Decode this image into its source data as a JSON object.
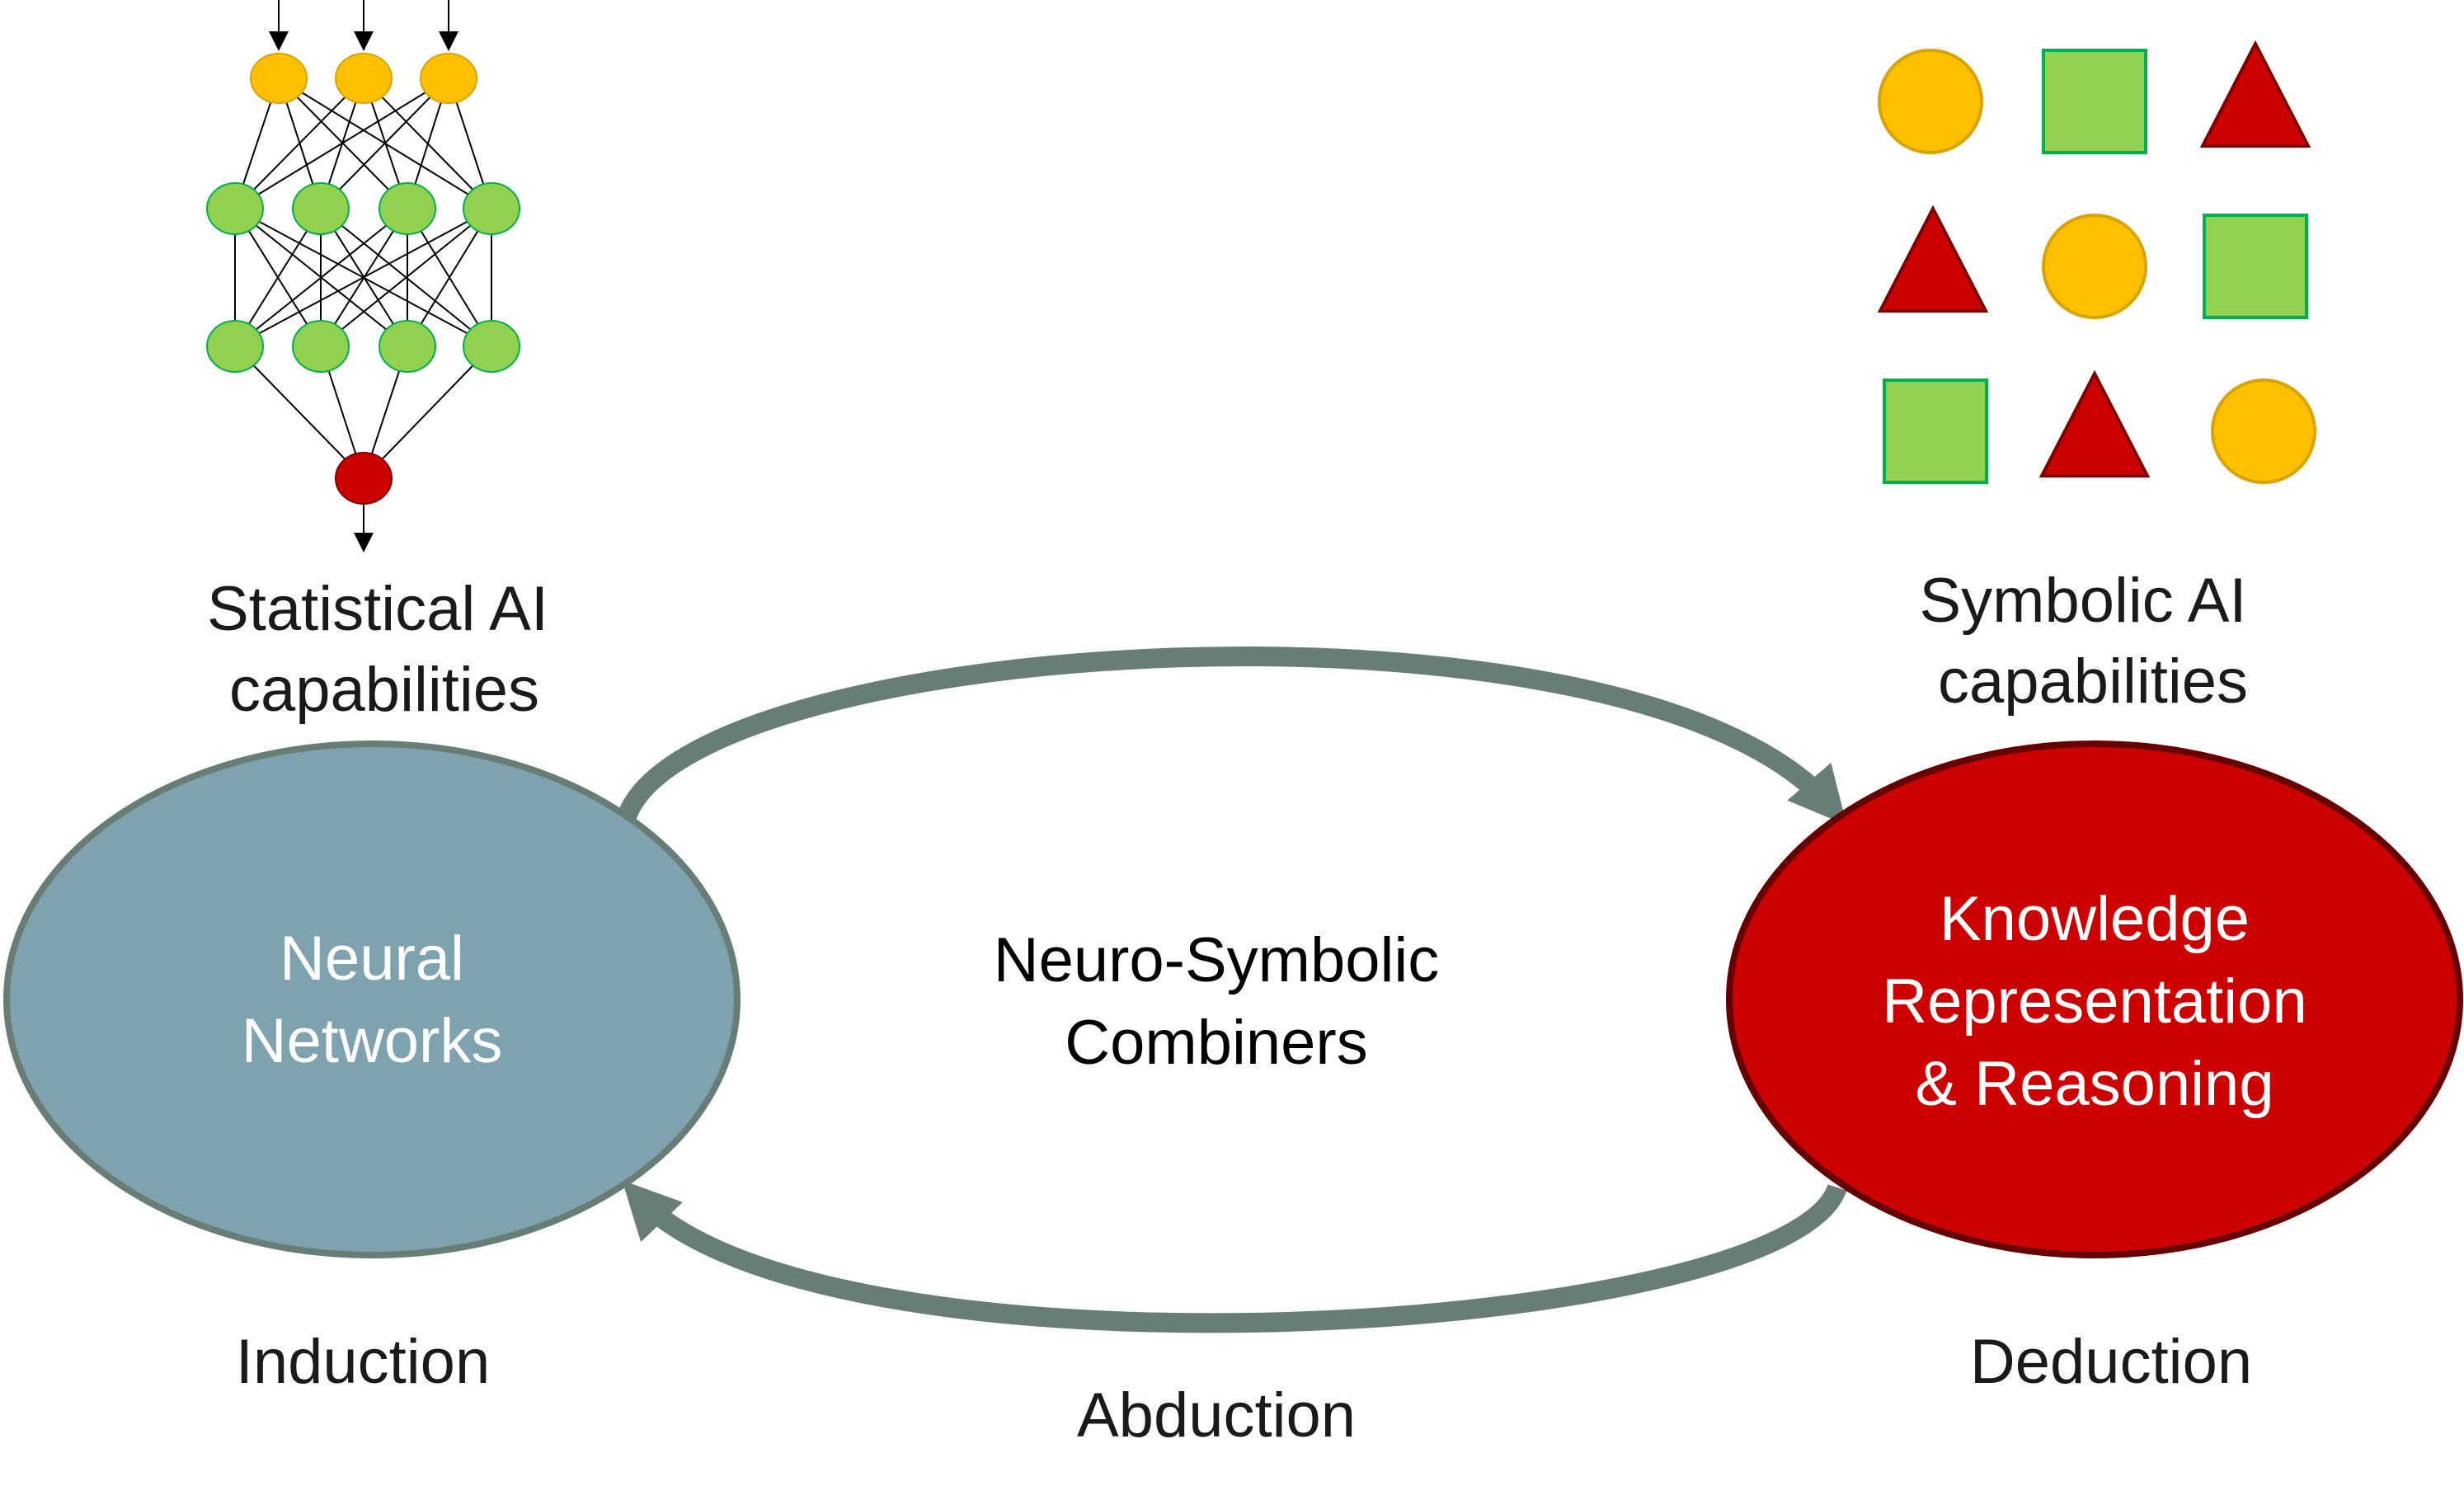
{
  "colors": {
    "neural_fill": "#7fa3ae",
    "neural_stroke": "#687d76",
    "kr_fill": "#cc0000",
    "kr_stroke": "#660000",
    "arrow": "#677d76",
    "orange": "#ffc000",
    "orange_stroke": "#d9a300",
    "green": "#92d050",
    "green_stroke": "#00b050",
    "red": "#cc0000",
    "red_stroke": "#800000"
  },
  "nodes": {
    "neural": {
      "line1": "Neural",
      "line2": "Networks"
    },
    "kr": {
      "line1": "Knowledge",
      "line2": "Representation",
      "line3": "& Reasoning"
    }
  },
  "center": {
    "line1": "Neuro-Symbolic",
    "line2": "Combiners"
  },
  "captions": {
    "statistical": {
      "line1": "Statistical AI",
      "line2": "capabilities"
    },
    "symbolic": {
      "line1": "Symbolic AI",
      "line2": "capabilities"
    },
    "induction": "Induction",
    "deduction": "Deduction",
    "abduction": "Abduction"
  },
  "neural_net_icon": {
    "layers": [
      {
        "count": 3,
        "color": "orange"
      },
      {
        "count": 4,
        "color": "green"
      },
      {
        "count": 4,
        "color": "green"
      },
      {
        "count": 1,
        "color": "red"
      }
    ]
  },
  "symbol_grid": [
    [
      "circle",
      "square",
      "triangle"
    ],
    [
      "triangle",
      "circle",
      "square"
    ],
    [
      "square",
      "triangle",
      "circle"
    ]
  ]
}
